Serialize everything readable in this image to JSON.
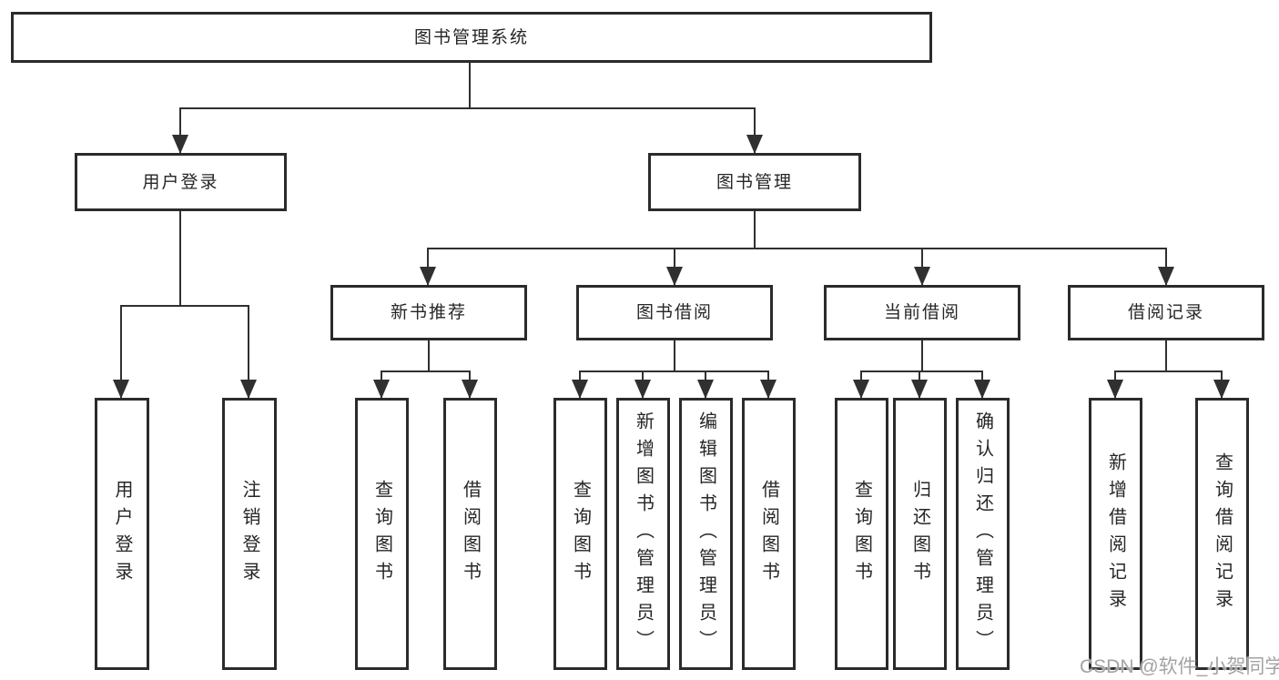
{
  "diagram": {
    "root": {
      "label": "图书管理系统"
    },
    "level2": [
      {
        "label": "用户登录"
      },
      {
        "label": "图书管理"
      }
    ],
    "level3": [
      {
        "label": "新书推荐"
      },
      {
        "label": "图书借阅"
      },
      {
        "label": "当前借阅"
      },
      {
        "label": "借阅记录"
      }
    ],
    "leaves": {
      "user_login": [
        {
          "label": "用户登录"
        },
        {
          "label": "注销登录"
        }
      ],
      "new_book": [
        {
          "label": "查询图书"
        },
        {
          "label": "借阅图书"
        }
      ],
      "book_borrow": [
        {
          "label": "查询图书"
        },
        {
          "label": "新增图书（管理员）"
        },
        {
          "label": "编辑图书（管理员）"
        },
        {
          "label": "借阅图书"
        }
      ],
      "current_borrow": [
        {
          "label": "查询图书"
        },
        {
          "label": "归还图书"
        },
        {
          "label": "确认归还（管理员）"
        }
      ],
      "borrow_record": [
        {
          "label": "新增借阅记录"
        },
        {
          "label": "查询借阅记录"
        }
      ]
    }
  },
  "watermark": {
    "text": "CSDN @软件_小贺同学"
  },
  "colors": {
    "background": "#ffffff",
    "line": "#303030",
    "border": "#2b2b2b",
    "text": "#262626",
    "watermark": "#a3a3a3"
  }
}
